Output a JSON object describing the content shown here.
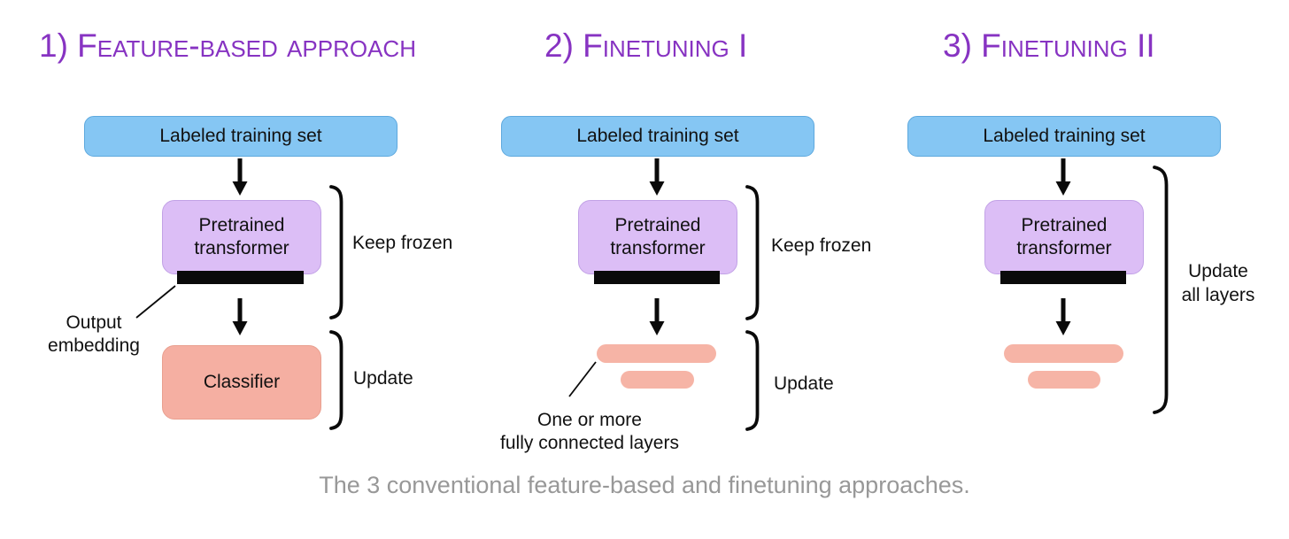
{
  "caption": "The 3 conventional feature-based and finetuning approaches.",
  "colors": {
    "heading_purple": "#8733C2",
    "training_set_box": "#85C6F3",
    "transformer_box": "#DCBEF6",
    "classifier_box": "#F5AFA2",
    "layer_pill": "#F6B4A6",
    "output_bar": "#0A0A0A",
    "caption_gray": "#989898"
  },
  "columns": [
    {
      "heading": "1) Feature-based approach",
      "training_set_label": "Labeled training set",
      "transformer_label": "Pretrained transformer",
      "classifier_label": "Classifier",
      "bracket_top_label": "Keep frozen",
      "bracket_bottom_label": "Update",
      "annotation_lines": [
        "Output",
        "embedding"
      ]
    },
    {
      "heading": "2) Finetuning I",
      "training_set_label": "Labeled training set",
      "transformer_label": "Pretrained transformer",
      "bracket_top_label": "Keep frozen",
      "bracket_bottom_label": "Update",
      "annotation_lines": [
        "One or more",
        "fully connected layers"
      ]
    },
    {
      "heading": "3) Finetuning II",
      "training_set_label": "Labeled training set",
      "transformer_label": "Pretrained transformer",
      "bracket_label_lines": [
        "Update",
        "all layers"
      ]
    }
  ]
}
